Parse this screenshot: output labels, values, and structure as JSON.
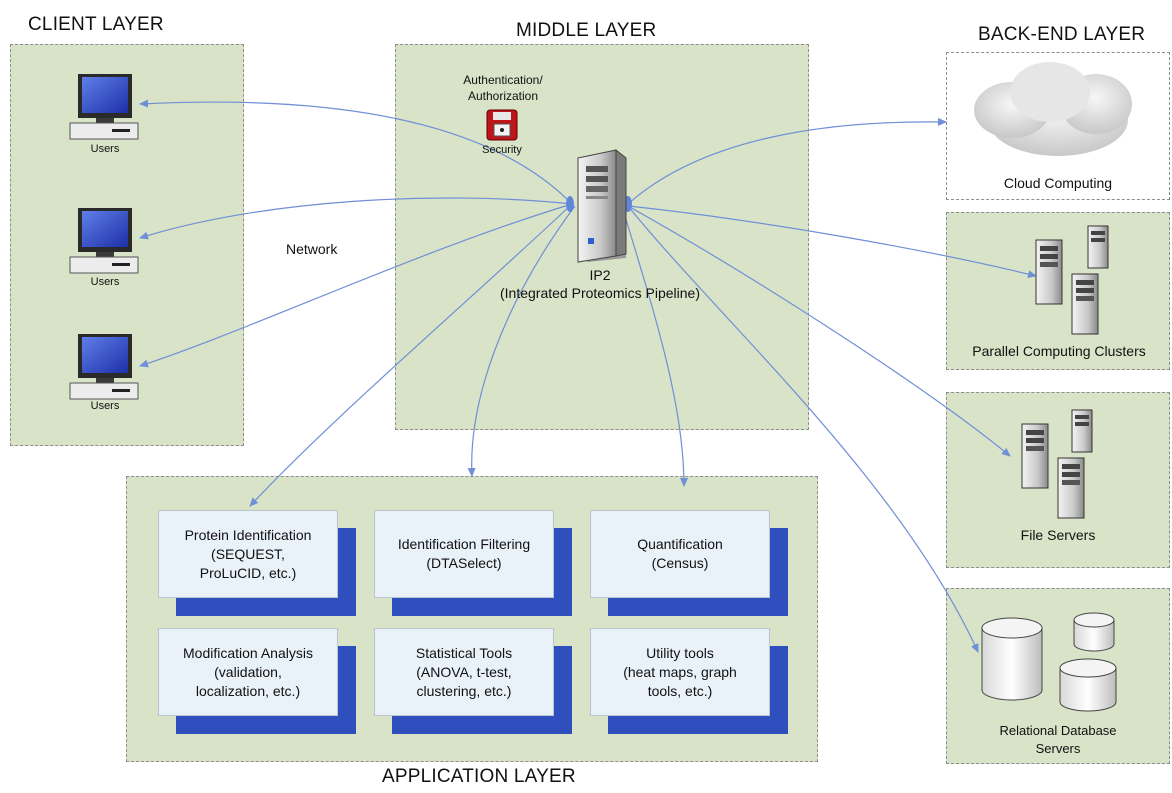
{
  "layers": {
    "client": "CLIENT LAYER",
    "middle": "MIDDLE LAYER",
    "backend": "BACK-END LAYER",
    "application": "APPLICATION LAYER"
  },
  "client": {
    "users": [
      "Users",
      "Users",
      "Users"
    ]
  },
  "middle": {
    "auth_label": "Authentication/\nAuthorization",
    "security_label": "Security",
    "network_label": "Network",
    "server_name": "IP2",
    "server_desc": "(Integrated Proteomics Pipeline)"
  },
  "backend": {
    "cloud": "Cloud Computing",
    "clusters": "Parallel Computing Clusters",
    "file_servers": "File Servers",
    "databases": "Relational Database\nServers"
  },
  "application": {
    "modules": [
      "Protein Identification\n(SEQUEST,\nProLuCID, etc.)",
      "Identification Filtering\n(DTASelect)",
      "Quantification\n(Census)",
      "Modification Analysis\n(validation,\nlocalization, etc.)",
      "Statistical Tools\n(ANOVA, t-test,\nclustering, etc.)",
      "Utility tools\n(heat maps, graph\ntools, etc.)"
    ]
  },
  "colors": {
    "panel": "#d9e3c8",
    "arrow": "#6f8fd6",
    "card_shadow": "#2f4fbf",
    "card_face": "#e9f1f9"
  }
}
